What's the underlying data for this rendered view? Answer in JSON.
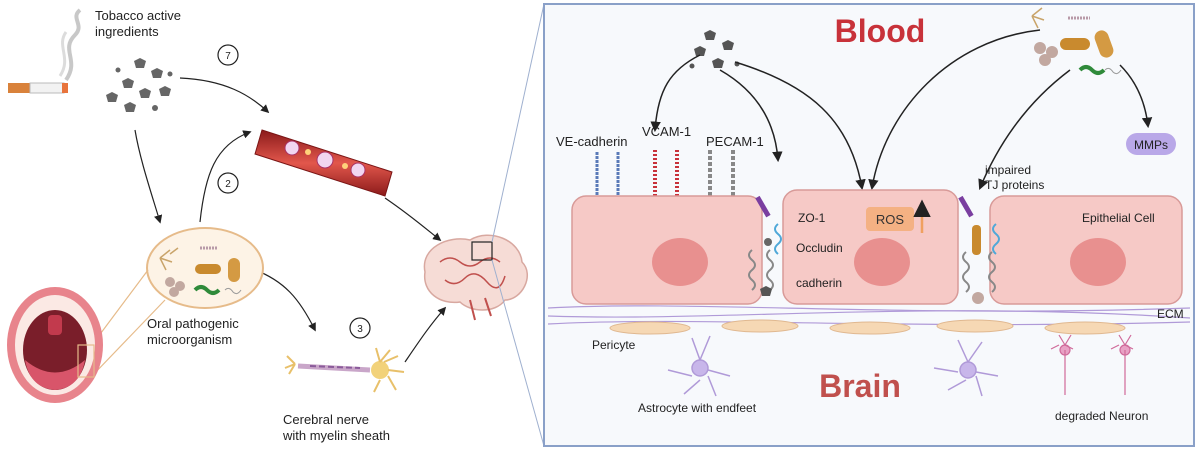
{
  "left": {
    "tobacco_label_1": "Tobacco active",
    "tobacco_label_2": "ingredients",
    "oral_label_1": "Oral pathogenic",
    "oral_label_2": "microorganism",
    "nerve_label_1": "Cerebral nerve",
    "nerve_label_2": "with myelin sheath",
    "step_badges": [
      "7",
      "2",
      "3"
    ]
  },
  "right": {
    "blood_title": "Blood",
    "brain_title": "Brain",
    "mmps_label": "MMPs",
    "ros_label": "ROS",
    "markers": {
      "ve_cadherin": "VE-cadherin",
      "vcam1": "VCAM-1",
      "pecam1": "PECAM-1"
    },
    "junctions": {
      "zo1": "ZO-1",
      "occludin": "Occludin",
      "cadherin": "cadherin",
      "impaired_1": "impaired",
      "impaired_2": "TJ proteins"
    },
    "epithelial_label": "Epithelial Cell",
    "ecm_label": "ECM",
    "pericyte_label": "Pericyte",
    "astrocyte_label": "Astrocyte with endfeet",
    "neuron_label": "degraded Neuron"
  },
  "colors": {
    "blood_red": "#c8323a",
    "brain_red": "#c0504d",
    "panel_border": "#8aa0c8",
    "panel_bg": "#f7f9fc",
    "cell_fill": "#f6c9c6",
    "nucleus_fill": "#e8908f",
    "mmps_fill": "#b9a8e8",
    "ros_fill": "#f4b183"
  }
}
